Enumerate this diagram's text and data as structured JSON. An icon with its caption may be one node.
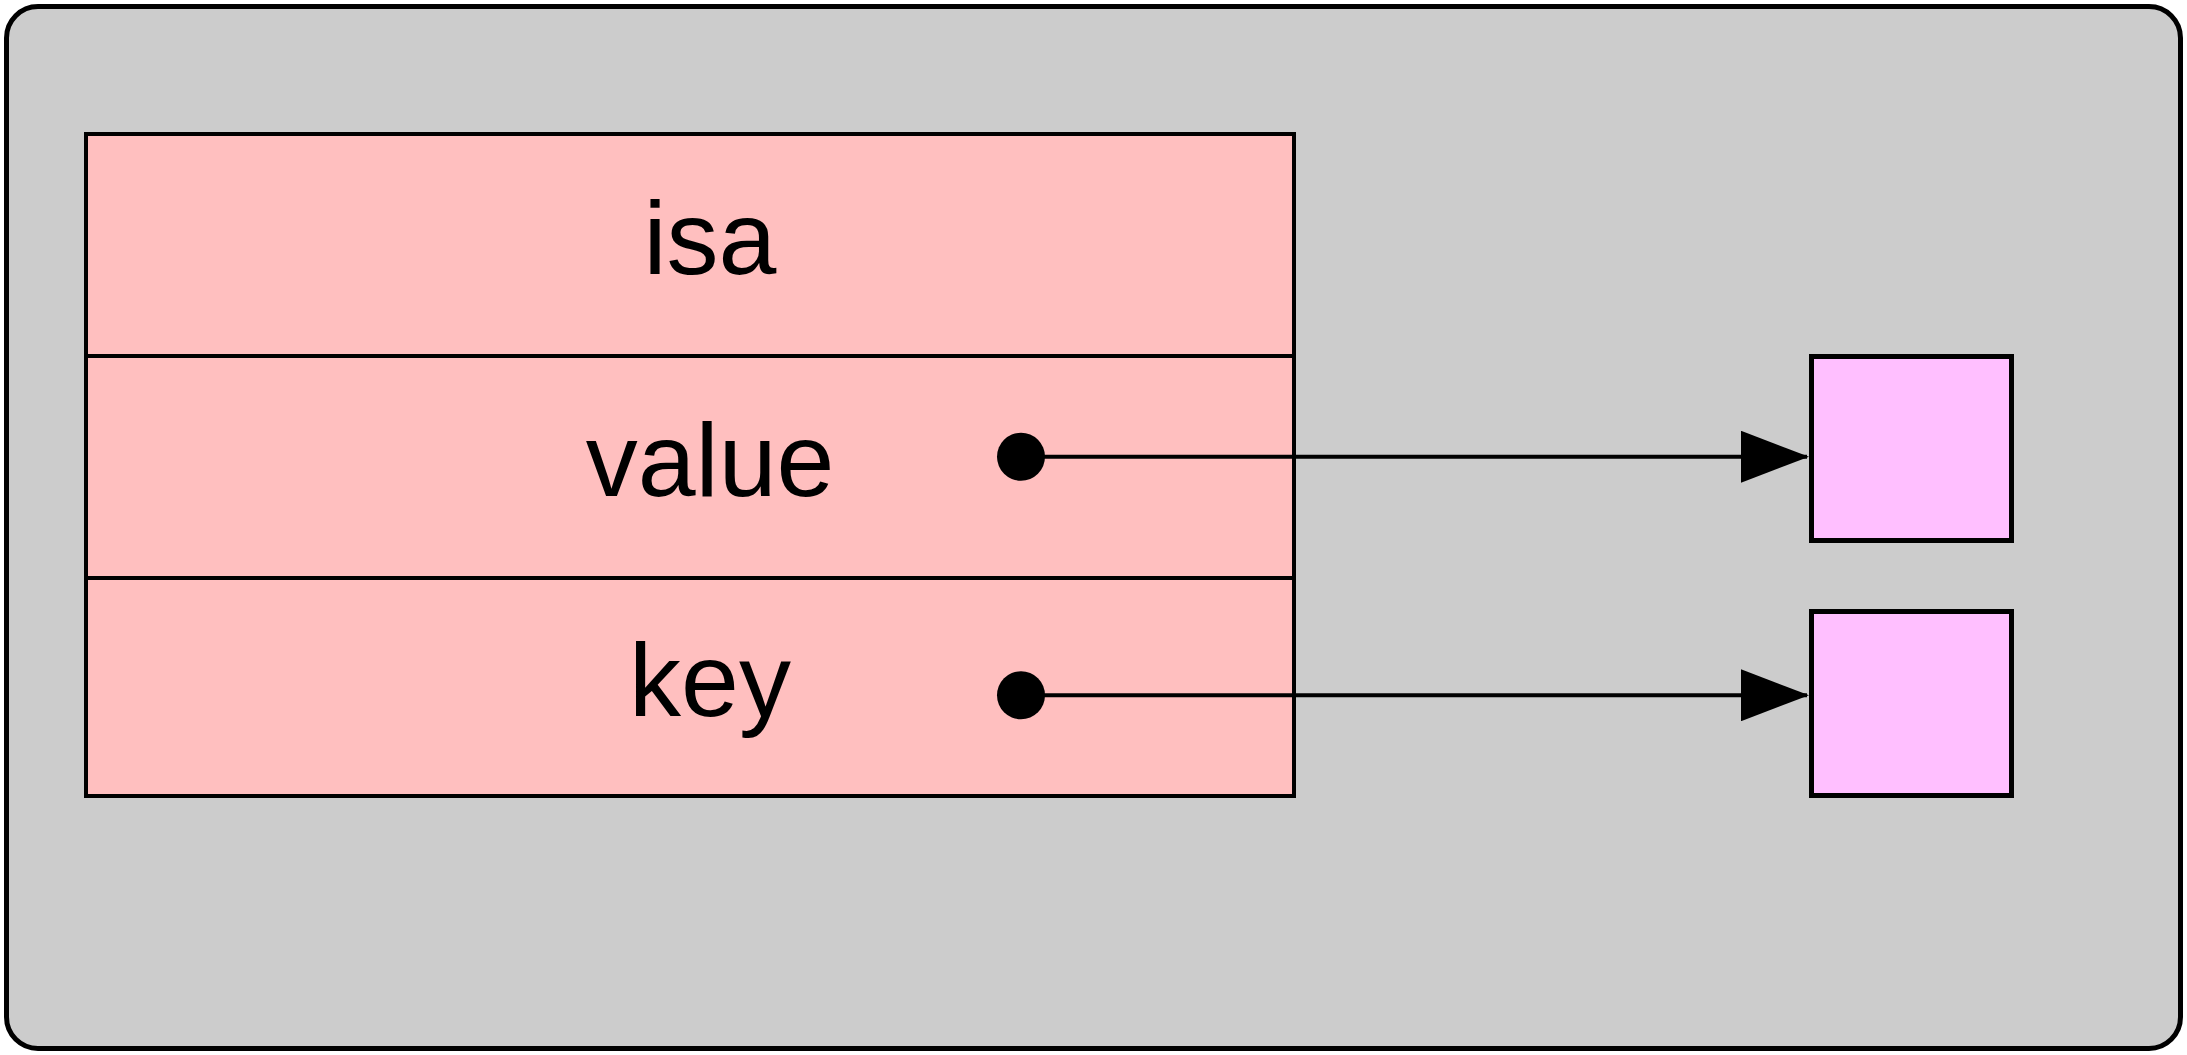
{
  "diagram": {
    "nodes": [
      {
        "text": [
          "isa"
        ]
      },
      {
        "text": [
          "value"
        ]
      },
      {
        "text": [
          "key"
        ]
      },
      {
        "text": [],
        "shape": "box"
      },
      {
        "text": [],
        "shape": "box"
      }
    ],
    "edges": [
      {
        "from": 1,
        "to": 3,
        "arrow": "to"
      },
      {
        "from": 2,
        "to": 4,
        "arrow": "to"
      }
    ]
  }
}
